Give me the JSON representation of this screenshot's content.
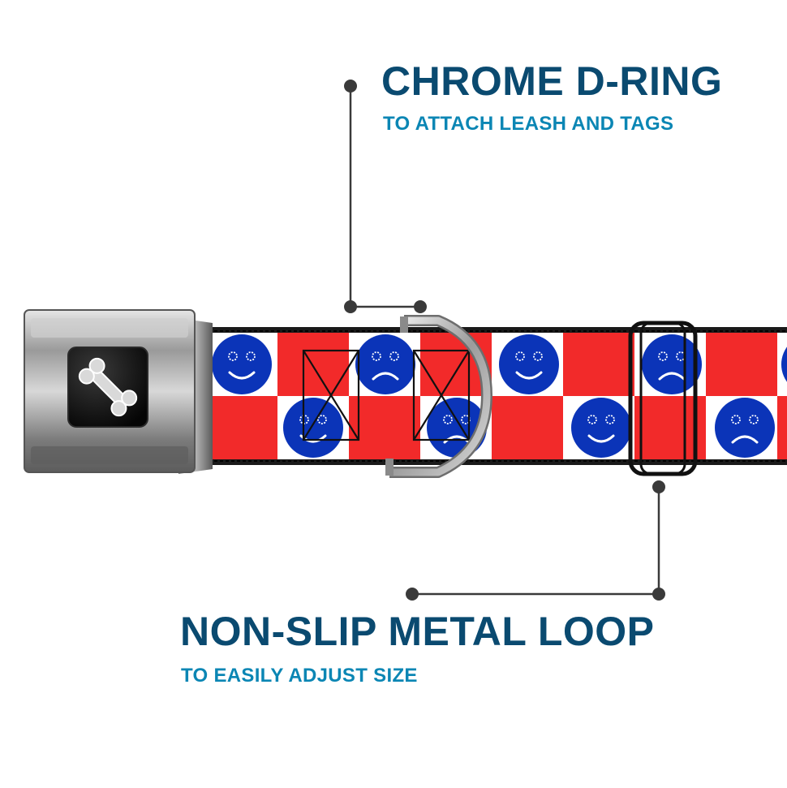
{
  "callouts": [
    {
      "title": "CHROME D-RING",
      "subtitle": "TO ATTACH LEASH AND TAGS"
    },
    {
      "title": "NON-SLIP METAL LOOP",
      "subtitle": "TO EASILY ADJUST SIZE"
    }
  ],
  "colors": {
    "title": "#0a4a70",
    "subtitle": "#0b86b4",
    "leader_line": "#3a3a3a",
    "strap_red": "#f22a2a",
    "strap_white": "#ffffff",
    "smiley_blue": "#0b34b8",
    "buckle_metal": "#8a8a8a",
    "buckle_badge": "#111111"
  },
  "icons": {
    "buckle_badge": "dog-bone-icon",
    "pattern_happy": "smiley-face-icon",
    "pattern_sad": "sad-face-icon"
  }
}
